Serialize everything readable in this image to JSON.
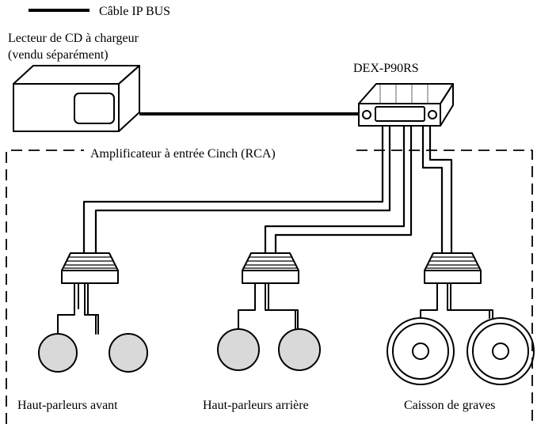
{
  "legend": {
    "label": "Câble IP BUS",
    "line_color": "#000000"
  },
  "cd_changer": {
    "label_line1": "Lecteur de CD à chargeur",
    "label_line2": "(vendu séparément)"
  },
  "head_unit": {
    "label": "DEX-P90RS"
  },
  "amplifier_zone": {
    "label": "Amplificateur à entrée Cinch (RCA)"
  },
  "groups": {
    "front": {
      "label": "Haut-parleurs avant"
    },
    "rear": {
      "label": "Haut-parleurs arrière"
    },
    "subwoofer": {
      "label": "Caisson de graves"
    }
  },
  "colors": {
    "speaker_fill": "#d9d9d9",
    "line": "#000000"
  }
}
